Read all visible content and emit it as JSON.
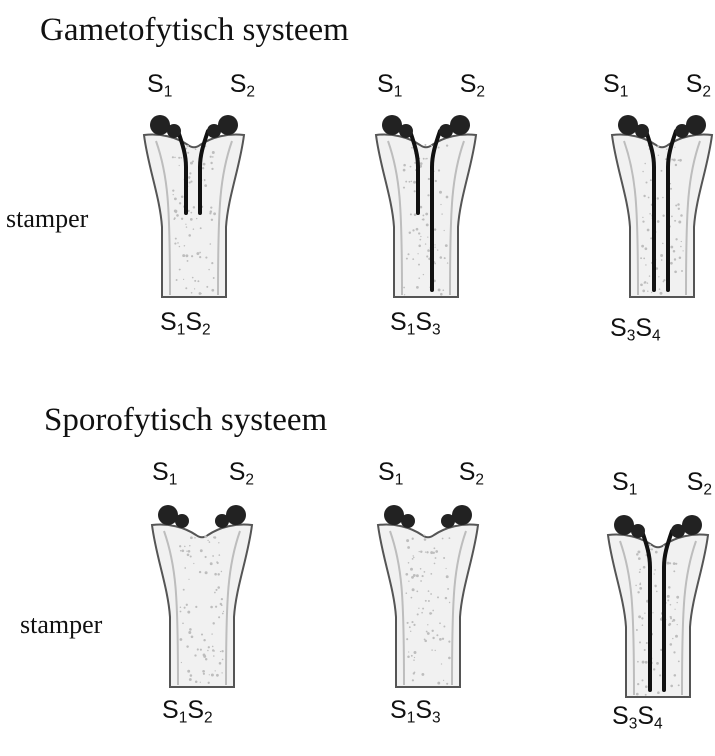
{
  "colors": {
    "ink": "#111111",
    "pistil_outline": "#555555",
    "pistil_fill": "#f1f1f1",
    "pistil_stipple": "#bdbdbd",
    "pollen": "#222222",
    "tube": "#111111"
  },
  "sections": [
    {
      "title": "Gametofytisch systeem",
      "side_label": "stamper",
      "panels": [
        {
          "pollen_left": {
            "base": "S",
            "sub": "1"
          },
          "pollen_right": {
            "base": "S",
            "sub": "2"
          },
          "style_genotype": [
            {
              "base": "S",
              "sub": "1"
            },
            {
              "base": "S",
              "sub": "2"
            }
          ],
          "left_tube": "short",
          "right_tube": "short"
        },
        {
          "pollen_left": {
            "base": "S",
            "sub": "1"
          },
          "pollen_right": {
            "base": "S",
            "sub": "2"
          },
          "style_genotype": [
            {
              "base": "S",
              "sub": "1"
            },
            {
              "base": "S",
              "sub": "3"
            }
          ],
          "left_tube": "short",
          "right_tube": "long"
        },
        {
          "pollen_left": {
            "base": "S",
            "sub": "1"
          },
          "pollen_right": {
            "base": "S",
            "sub": "2"
          },
          "style_genotype": [
            {
              "base": "S",
              "sub": "3"
            },
            {
              "base": "S",
              "sub": "4"
            }
          ],
          "left_tube": "long",
          "right_tube": "long"
        }
      ]
    },
    {
      "title": "Sporofytisch systeem",
      "side_label": "stamper",
      "panels": [
        {
          "pollen_left": {
            "base": "S",
            "sub": "1"
          },
          "pollen_right": {
            "base": "S",
            "sub": "2"
          },
          "style_genotype": [
            {
              "base": "S",
              "sub": "1"
            },
            {
              "base": "S",
              "sub": "2"
            }
          ],
          "left_tube": "none",
          "right_tube": "none"
        },
        {
          "pollen_left": {
            "base": "S",
            "sub": "1"
          },
          "pollen_right": {
            "base": "S",
            "sub": "2"
          },
          "style_genotype": [
            {
              "base": "S",
              "sub": "1"
            },
            {
              "base": "S",
              "sub": "3"
            }
          ],
          "left_tube": "none",
          "right_tube": "none"
        },
        {
          "pollen_left": {
            "base": "S",
            "sub": "1"
          },
          "pollen_right": {
            "base": "S",
            "sub": "2"
          },
          "style_genotype": [
            {
              "base": "S",
              "sub": "3"
            },
            {
              "base": "S",
              "sub": "4"
            }
          ],
          "left_tube": "long",
          "right_tube": "long"
        }
      ]
    }
  ]
}
